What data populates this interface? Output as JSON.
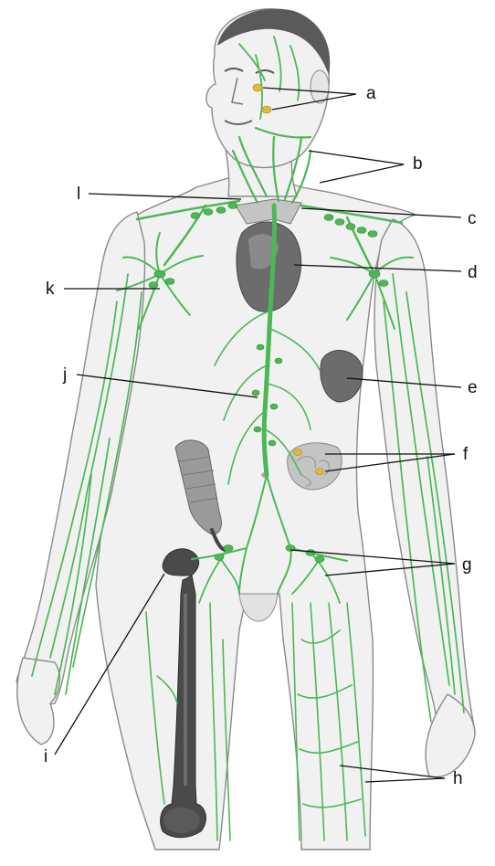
{
  "colors": {
    "lymph_vessel": "#4cb855",
    "lymph_node": "#4cb855",
    "tonsil_node": "#e0b935",
    "skin": "#f1f1f1",
    "skin_outline": "#8a8a8a",
    "hair": "#5a5a5a",
    "organ_dark": "#6c6c6c",
    "organ_mid": "#9a9a9a",
    "organ_light": "#c4c4c4",
    "bone": "#4a4a4a",
    "text": "#111111"
  },
  "labels": {
    "a": "a",
    "b": "b",
    "c": "c",
    "d": "d",
    "e": "e",
    "f": "f",
    "g": "g",
    "h": "h",
    "i": "i",
    "j": "j",
    "k": "k",
    "l": "l"
  }
}
